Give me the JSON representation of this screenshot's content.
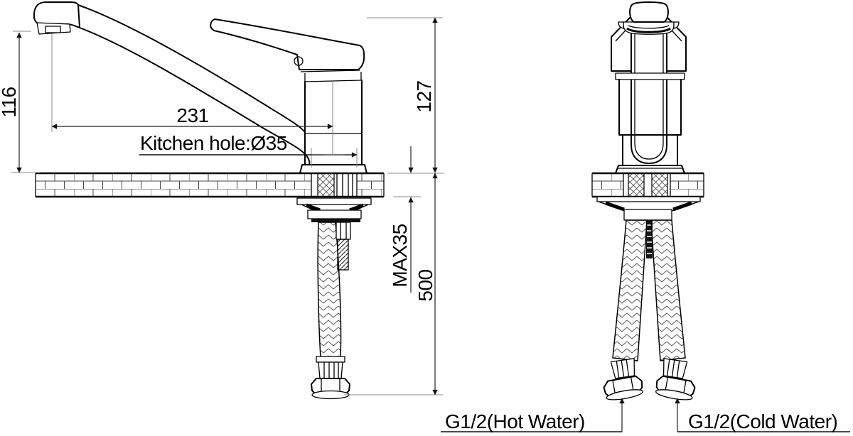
{
  "drawing": {
    "title": "Kitchen faucet installation dimension drawing",
    "labels": {
      "spout_height": "116",
      "spout_reach": "231",
      "body_height": "127",
      "kitchen_hole": "Kitchen hole:Ø35",
      "max_thickness": "MAX35",
      "hose_length": "500",
      "hot_water": "G1/2(Hot Water)",
      "cold_water": "G1/2(Cold Water)"
    },
    "colors": {
      "background": "#ffffff",
      "object_line": "#000000",
      "dimension_line": "#222222",
      "extension_line": "#8a8a8a"
    }
  }
}
